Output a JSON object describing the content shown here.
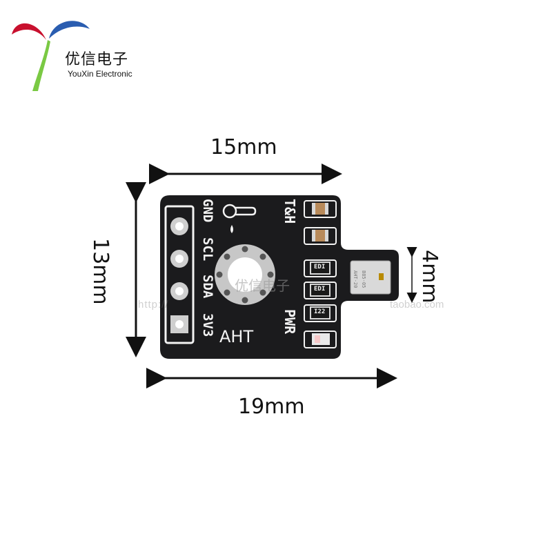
{
  "brand": {
    "name_cn": "优信电子",
    "name_en": "YouXin Electronic"
  },
  "dimensions": {
    "top_width": "15mm",
    "bottom_width": "19mm",
    "height": "13mm",
    "sensor_height": "4mm"
  },
  "board": {
    "pins": [
      "GND",
      "SCL",
      "SDA",
      "3V3"
    ],
    "label_th": "T&H",
    "label_model": "AHT",
    "label_pwr": "PWR",
    "components": [
      "EDI",
      "EDI",
      "I22"
    ],
    "sensor_marks": [
      "AHT-20",
      "B85-05"
    ]
  },
  "watermark": {
    "left": "http://",
    "cn": "优信电子",
    "right": "taobao.com"
  },
  "colors": {
    "pcb": "#1b1b1d",
    "silkscreen": "#f3f3f3",
    "pad": "#cfcfcf",
    "logo_red": "#c8102e",
    "logo_blue": "#2a5db0",
    "logo_green": "#7ac943"
  }
}
